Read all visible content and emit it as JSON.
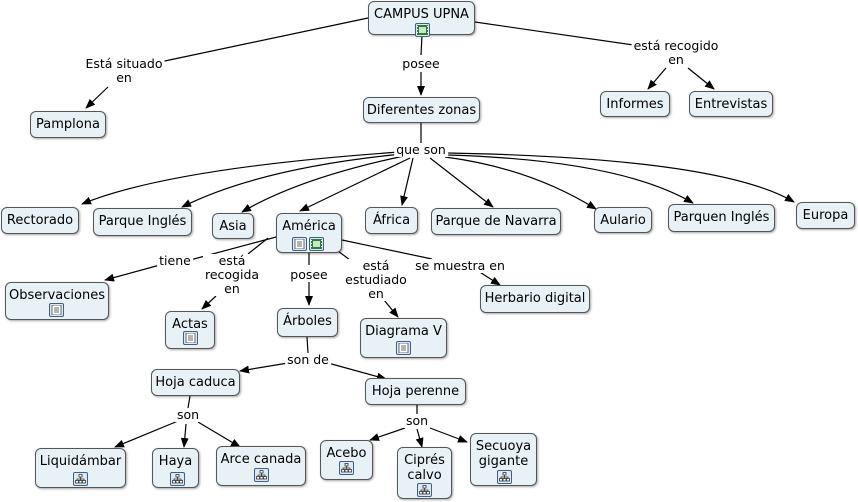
{
  "concepts": {
    "campus": "CAMPUS UPNA",
    "pamplona": "Pamplona",
    "zonas": "Diferentes zonas",
    "informes": "Informes",
    "entrevistas": "Entrevistas",
    "rectorado": "Rectorado",
    "parque_ingles": "Parque Inglés",
    "asia": "Asia",
    "america": "América",
    "africa": "África",
    "parque_navarra": "Parque de Navarra",
    "aulario": "Aulario",
    "parquen_ingles": "Parquen Inglés",
    "europa": "Europa",
    "observaciones": "Observaciones",
    "actas": "Actas",
    "arboles": "Árboles",
    "diagrama_v": "Diagrama V",
    "herbario": "Herbario digital",
    "hoja_caduca": "Hoja caduca",
    "hoja_perenne": "Hoja perenne",
    "liquidambar": "Liquidámbar",
    "haya": "Haya",
    "arce": "Arce canada",
    "acebo": "Acebo",
    "cipres": "Ciprés\ncalvo",
    "secuoya": "Secuoya\ngigante"
  },
  "links": {
    "situado": "Está situado\nen",
    "posee_1": "posee",
    "recogido": "está recogido\nen",
    "que_son": "que son",
    "tiene": "tiene",
    "recogida": "está\nrecogida\nen",
    "posee_2": "posee",
    "estudiado": "está\nestudiado\nen",
    "muestra": "se  muestra en",
    "son_de": "son de",
    "son_1": "son",
    "son_2": "son"
  },
  "icons": {
    "campus": "video-resource-icon",
    "america": [
      "document-resource-icon",
      "video-resource-icon"
    ],
    "observaciones": "document-resource-icon",
    "actas": "document-resource-icon",
    "diagrama_v": "document-resource-icon",
    "liquidambar": "concept-map-icon",
    "haya": "concept-map-icon",
    "arce": "concept-map-icon",
    "acebo": "concept-map-icon",
    "cipres": "concept-map-icon",
    "secuoya": "concept-map-icon"
  },
  "colors": {
    "node_fill": "#e7f1f6",
    "node_border": "#555555",
    "link_line": "#000000",
    "icon_border": "#3a5f88"
  }
}
